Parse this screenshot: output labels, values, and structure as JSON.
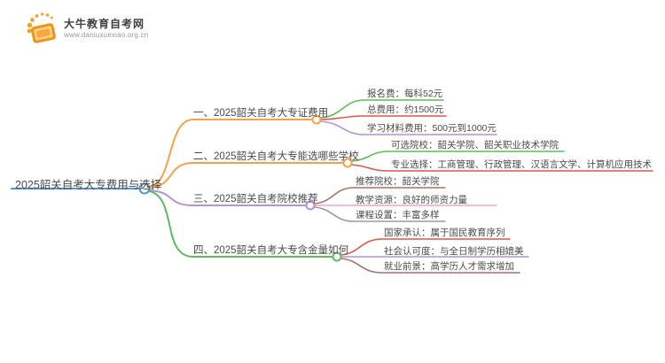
{
  "logo": {
    "title": "大牛教育自考网",
    "url": "www.daniuxuexiao.org.cn",
    "icon": "book-with-sun-rays"
  },
  "mindmap": {
    "root": {
      "label": "2025韶关自考大专费用与选择",
      "color": "#4a9ad3"
    },
    "branches": [
      {
        "label": "一、2025韶关自考大专证费用",
        "color": "#f7a14b",
        "children": [
          {
            "label": "报名费：每科52元",
            "color": "#5cbd5a"
          },
          {
            "label": "总费用：约1500元",
            "color": "#e4544c"
          },
          {
            "label": "学习材料费用：500元到1000元",
            "color": "#b294d9"
          }
        ]
      },
      {
        "label": "二、2025韶关自考大专能选哪些学校",
        "color": "#f7a14b",
        "children": [
          {
            "label": "可选院校：韶关学院、韶关职业技术学院",
            "color": "#5cbd5a"
          },
          {
            "label": "专业选择：工商管理、行政管理、汉语言文学、计算机应用技术",
            "color": "#e4544c"
          }
        ]
      },
      {
        "label": "三、2025韶关自考院校推荐",
        "color": "#b294d9",
        "children": [
          {
            "label": "推荐院校：韶关学院",
            "color": "#aa7165"
          },
          {
            "label": "教学资源：良好的师资力量",
            "color": "#f2a3c9"
          },
          {
            "label": "课程设置：丰富多样",
            "color": "#9b9b9b"
          }
        ]
      },
      {
        "label": "四、2025韶关自考大专含金量如何",
        "color": "#5cbd5a",
        "children": [
          {
            "label": "国家承认：属于国民教育序列",
            "color": "#e4544c"
          },
          {
            "label": "社会认可度：与全日制学历相媲美",
            "color": "#b294d9"
          },
          {
            "label": "就业前景：高学历人才需求增加",
            "color": "#aa7165"
          }
        ]
      }
    ]
  }
}
